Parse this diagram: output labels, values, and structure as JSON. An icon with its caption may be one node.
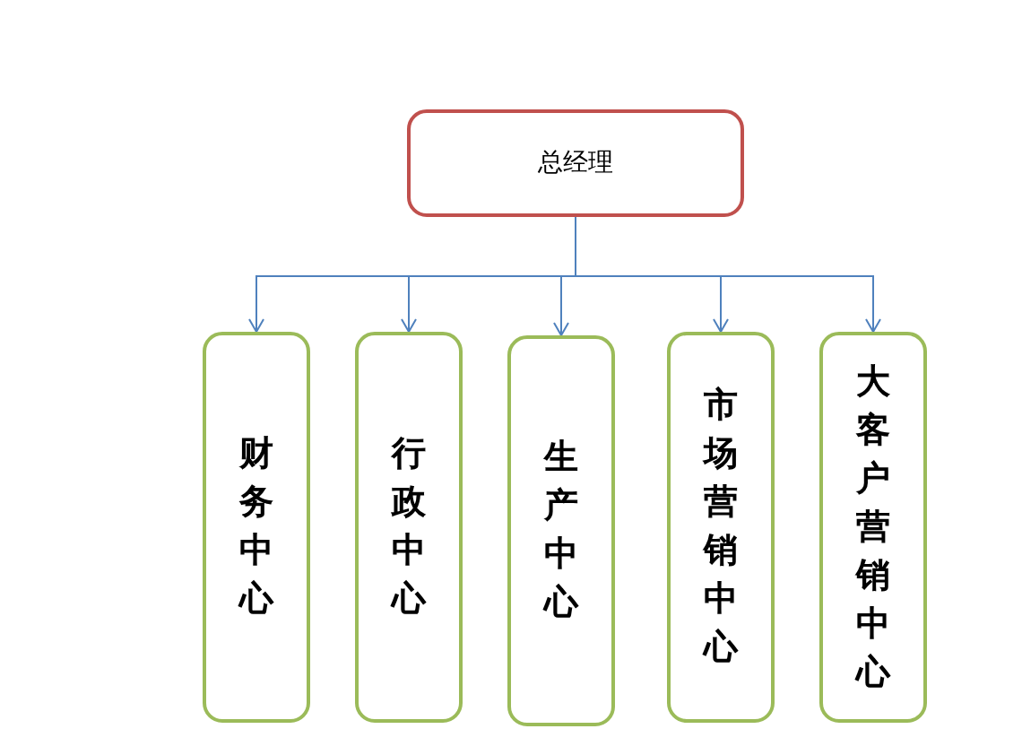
{
  "diagram": {
    "nodes": [
      {
        "text": [
          "总经理"
        ]
      },
      {
        "text": [
          "财务中心"
        ]
      },
      {
        "text": [
          "行政中心"
        ]
      },
      {
        "text": [
          "生产中心"
        ]
      },
      {
        "text": [
          "市场营销中心"
        ]
      },
      {
        "text": [
          "大客户营销中心"
        ]
      }
    ],
    "edges": [
      {
        "from": 0,
        "to": 1,
        "arrow": "to"
      },
      {
        "from": 0,
        "to": 2,
        "arrow": "to"
      },
      {
        "from": 0,
        "to": 3,
        "arrow": "to"
      },
      {
        "from": 0,
        "to": 4,
        "arrow": "to"
      },
      {
        "from": 0,
        "to": 5,
        "arrow": "to"
      }
    ]
  }
}
